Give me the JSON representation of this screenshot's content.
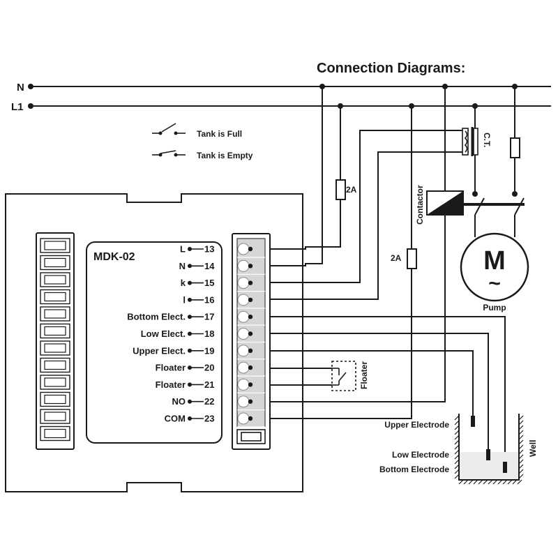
{
  "diagram": {
    "title": "Connection Diagrams:",
    "lines": {
      "neutral": "N",
      "phase": "L1"
    },
    "legend": {
      "full": "Tank is Full",
      "empty": "Tank is Empty"
    },
    "device": {
      "model": "MDK-02",
      "terminals": [
        {
          "name": "L",
          "number": "13"
        },
        {
          "name": "N",
          "number": "14"
        },
        {
          "name": "k",
          "number": "15"
        },
        {
          "name": "l",
          "number": "16"
        },
        {
          "name": "Bottom Elect.",
          "number": "17"
        },
        {
          "name": "Low Elect.",
          "number": "18"
        },
        {
          "name": "Upper Elect.",
          "number": "19"
        },
        {
          "name": "Floater",
          "number": "20"
        },
        {
          "name": "Floater",
          "number": "21"
        },
        {
          "name": "NO",
          "number": "22"
        },
        {
          "name": "COM",
          "number": "23"
        }
      ]
    },
    "components": {
      "fuse_device": "2A",
      "fuse_coil": "2A",
      "ct": "C.T.",
      "contactor": "Contactor",
      "motor_symbol": "M",
      "motor_wave": "~",
      "pump": "Pump",
      "floater": "Floater"
    },
    "well": {
      "label": "Well",
      "electrodes": {
        "upper": "Upper Electrode",
        "low": "Low Electrode",
        "bottom": "Bottom Electrode"
      }
    }
  }
}
